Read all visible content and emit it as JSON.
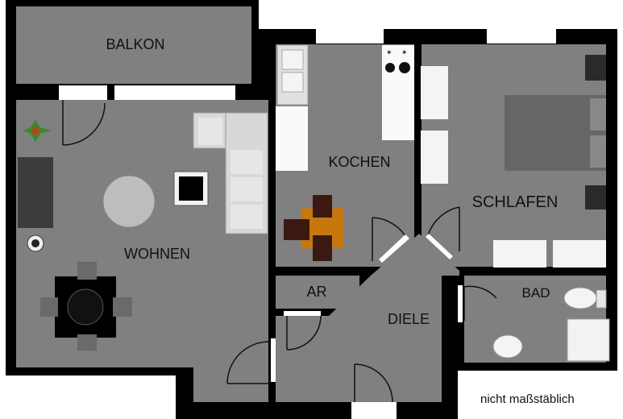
{
  "rooms": {
    "balkon": "BALKON",
    "kochen": "KOCHEN",
    "schlafen": "SCHLAFEN",
    "wohnen": "WOHNEN",
    "ar": "AR",
    "bad": "BAD",
    "diele": "DIELE"
  },
  "note": "nicht maßstäblich",
  "colors": {
    "wall": "#000000",
    "floor": "#808080",
    "furniture_light": "#d8d8d8",
    "window": "#ffffff",
    "table_orange": "#c8780a",
    "chair_dark": "#3a1a10"
  }
}
